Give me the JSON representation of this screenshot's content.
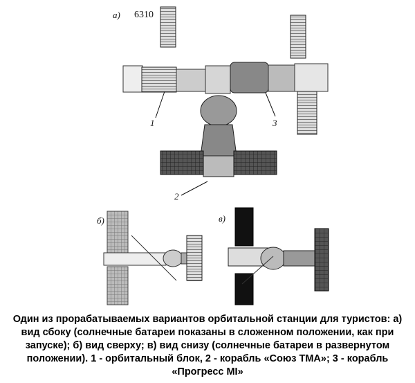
{
  "figure": {
    "id_number": "6310",
    "panel_labels": [
      "а)",
      "б)",
      "в)"
    ],
    "callouts": [
      "1",
      "2",
      "3"
    ]
  },
  "caption": "Один из прорабатываемых вариантов орбитальной станции для туристов: а) вид сбоку (солнечные батареи показаны в сложенном положении, как при запуске); б) вид сверху; в) вид снизу (солнечные батареи в развернутом положении). 1 - орбитальный блок, 2 - корабль «Союз ТМА»; 3 - корабль «Прогресс MI»"
}
